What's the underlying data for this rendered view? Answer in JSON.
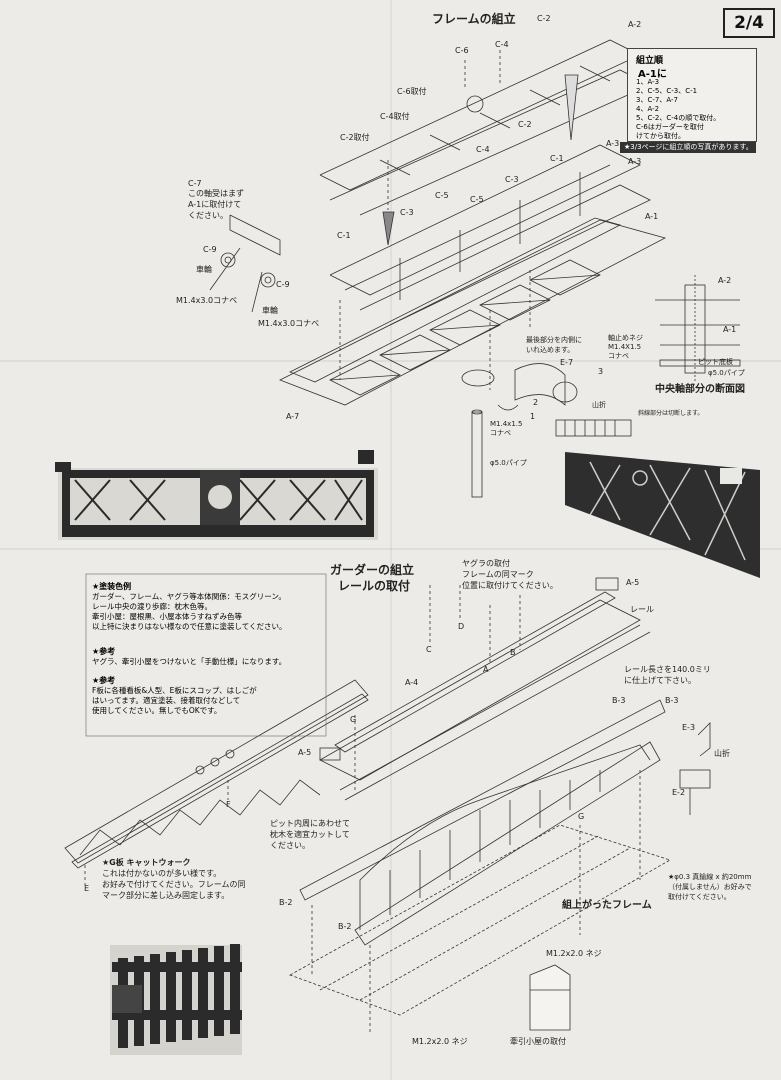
{
  "page": {
    "number": "2/4",
    "title_frame": "フレームの組立",
    "title_girder_1": "ガーダーの組立",
    "title_girder_2": "レールの取付"
  },
  "assembly_order": {
    "heading": "組立順",
    "subheading": "A-1に",
    "steps": [
      "1、A-3",
      "2、C-5、C-3、C-1",
      "3、C-7、A-7",
      "4、A-2",
      "5、C-2、C-4の順で取付。",
      "C-6はガーダーを取付",
      "けてから取付。"
    ],
    "footer": "★3/3ページに組立順の写真があります。"
  },
  "frame_labels": {
    "c2": "C-2",
    "a2": "A-2",
    "c6": "C-6",
    "c4": "C-4",
    "c6_mount": "C-6取付",
    "c4_mount": "C-4取付",
    "c2_mount": "C-2取付",
    "c2b": "C-2",
    "c4b": "C-4",
    "c1": "C-1",
    "a3a": "A-3",
    "a3b": "A-3",
    "c3": "C-3",
    "c5": "C-5",
    "c5b": "C-5",
    "c3b": "C-3",
    "c1b": "C-1",
    "a1": "A-1",
    "c9a": "C-9",
    "c9b": "C-9",
    "wheel_a": "車輪",
    "wheel_b": "車輪",
    "screw_a": "M1.4x3.0コナベ",
    "screw_b": "M1.4x3.0コナベ",
    "a7": "A-7",
    "c7_note": [
      "C-7",
      "この軸受はまず",
      "A-1に取付けて",
      "ください。"
    ]
  },
  "center_axis": {
    "note_bend": [
      "最後部分を内側に",
      "いれ込めます。"
    ],
    "e7": "E-7",
    "screw_fix": [
      "軸止めネジ",
      "M1.4X1.5",
      "コナベ"
    ],
    "a2": "A-2",
    "a1": "A-1",
    "pit_floor": "ピット底板",
    "pipe": "φ5.0パイプ",
    "caption": "中央軸部分の断面図",
    "m14": [
      "M1.4x1.5",
      "コナベ"
    ],
    "pipe2": "φ5.0パイプ",
    "fold_mountain": "山折",
    "cut_note": "斜線部分は切断します。",
    "n1": "1",
    "n2": "2",
    "n3": "3"
  },
  "notes": {
    "paint_head": "★塗装色例",
    "paint": [
      "ガーダー、フレーム、ヤグラ等本体関係：モスグリーン。",
      "レール中央の渡り歩廊：枕木色等。",
      "牽引小屋：屋根黒、小屋本体うすねずみ色等",
      "以上特に決まりはない様なので任意に塗装してください。"
    ],
    "ref1_head": "★参考",
    "ref1": [
      "ヤグラ、牽引小屋をつけないと「手動仕様」になります。"
    ],
    "ref2_head": "★参考",
    "ref2": [
      "F板に各種看板&人型、E板にスコップ、はしごが",
      "はいってます。適宜塗装、接着取付などして",
      "使用してください。無しでもOKです。"
    ]
  },
  "girder_labels": {
    "yagura": [
      "ヤグラの取付",
      "フレームの同マーク",
      "位置に取付けてください。"
    ],
    "a5": "A-5",
    "rail": "レール",
    "rail_len": [
      "レール長さを140.0ミリ",
      "に仕上げて下さい。"
    ],
    "b3a": "B-3",
    "b3b": "B-3",
    "e3": "E-3",
    "fold": "山折",
    "e2": "E-2",
    "a4": "A-4",
    "a5b": "A-5",
    "g": "G",
    "g2": "G",
    "f": "F",
    "e": "E",
    "c": "C",
    "d": "D",
    "b": "B",
    "a": "A",
    "b2a": "B-2",
    "b2b": "B-2",
    "pit_note": [
      "ピット内周にあわせて",
      "枕木を適宜カットして",
      "ください。"
    ],
    "catwalk": [
      "★G板 キャットウォーク",
      "これは付かないのが多い様です。",
      "お好みで付けてください。フレームの同",
      "マーク部分に差し込み固定します。"
    ],
    "wire": [
      "★φ0.3 真鍮線 x 約20mm",
      "（付属しません）お好みで",
      "取付けてください。"
    ],
    "assembled_frame": "組上がったフレーム",
    "screw1": "M1.2x2.0 ネジ",
    "screw2": "M1.2x2.0 ネジ",
    "hut": "牽引小屋の取付"
  }
}
